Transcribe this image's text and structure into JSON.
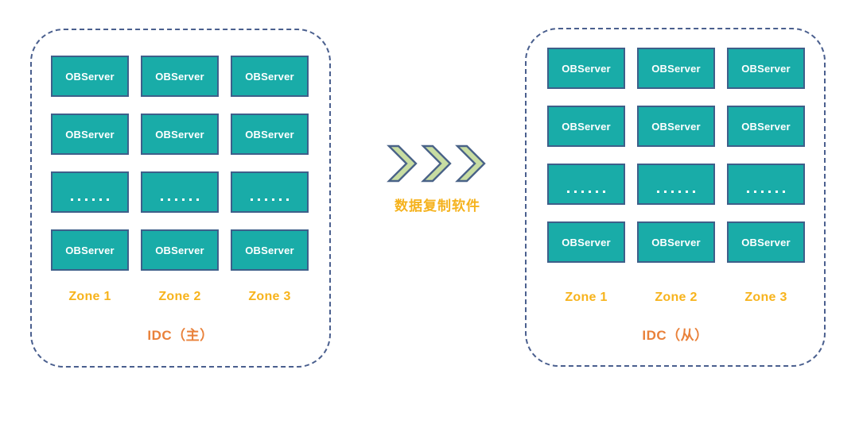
{
  "diagram": {
    "title": "OceanBase primary-standby IDC data replication topology",
    "colors": {
      "server_fill": "#19aca8",
      "server_border": "#3e5f8a",
      "panel_border": "#4a5f8e",
      "zone_label": "#f7b31c",
      "idc_label": "#e9813a",
      "arrow_fill": "#c8dda2",
      "arrow_stroke": "#4a6388",
      "replication_label": "#f5b21d",
      "background": "#ffffff"
    }
  },
  "panels": [
    {
      "id": "primary",
      "caption": "IDC（主）",
      "zones": [
        {
          "label": "Zone 1"
        },
        {
          "label": "Zone 2"
        },
        {
          "label": "Zone 3"
        }
      ],
      "rows": [
        {
          "type": "server",
          "cells": [
            "OBServer",
            "OBServer",
            "OBServer"
          ]
        },
        {
          "type": "server",
          "cells": [
            "OBServer",
            "OBServer",
            "OBServer"
          ]
        },
        {
          "type": "ellipsis",
          "cells": [
            "......",
            "......",
            "......"
          ]
        },
        {
          "type": "server",
          "cells": [
            "OBServer",
            "OBServer",
            "OBServer"
          ]
        }
      ]
    },
    {
      "id": "standby",
      "caption": "IDC（从）",
      "zones": [
        {
          "label": "Zone 1"
        },
        {
          "label": "Zone 2"
        },
        {
          "label": "Zone 3"
        }
      ],
      "rows": [
        {
          "type": "server",
          "cells": [
            "OBServer",
            "OBServer",
            "OBServer"
          ]
        },
        {
          "type": "server",
          "cells": [
            "OBServer",
            "OBServer",
            "OBServer"
          ]
        },
        {
          "type": "ellipsis",
          "cells": [
            "......",
            "......",
            "......"
          ]
        },
        {
          "type": "server",
          "cells": [
            "OBServer",
            "OBServer",
            "OBServer"
          ]
        }
      ]
    }
  ],
  "replication": {
    "label": "数据复制软件",
    "arrow_icon": "triple-chevron-right-icon",
    "arrow_count": 3,
    "direction": "left-to-right"
  }
}
